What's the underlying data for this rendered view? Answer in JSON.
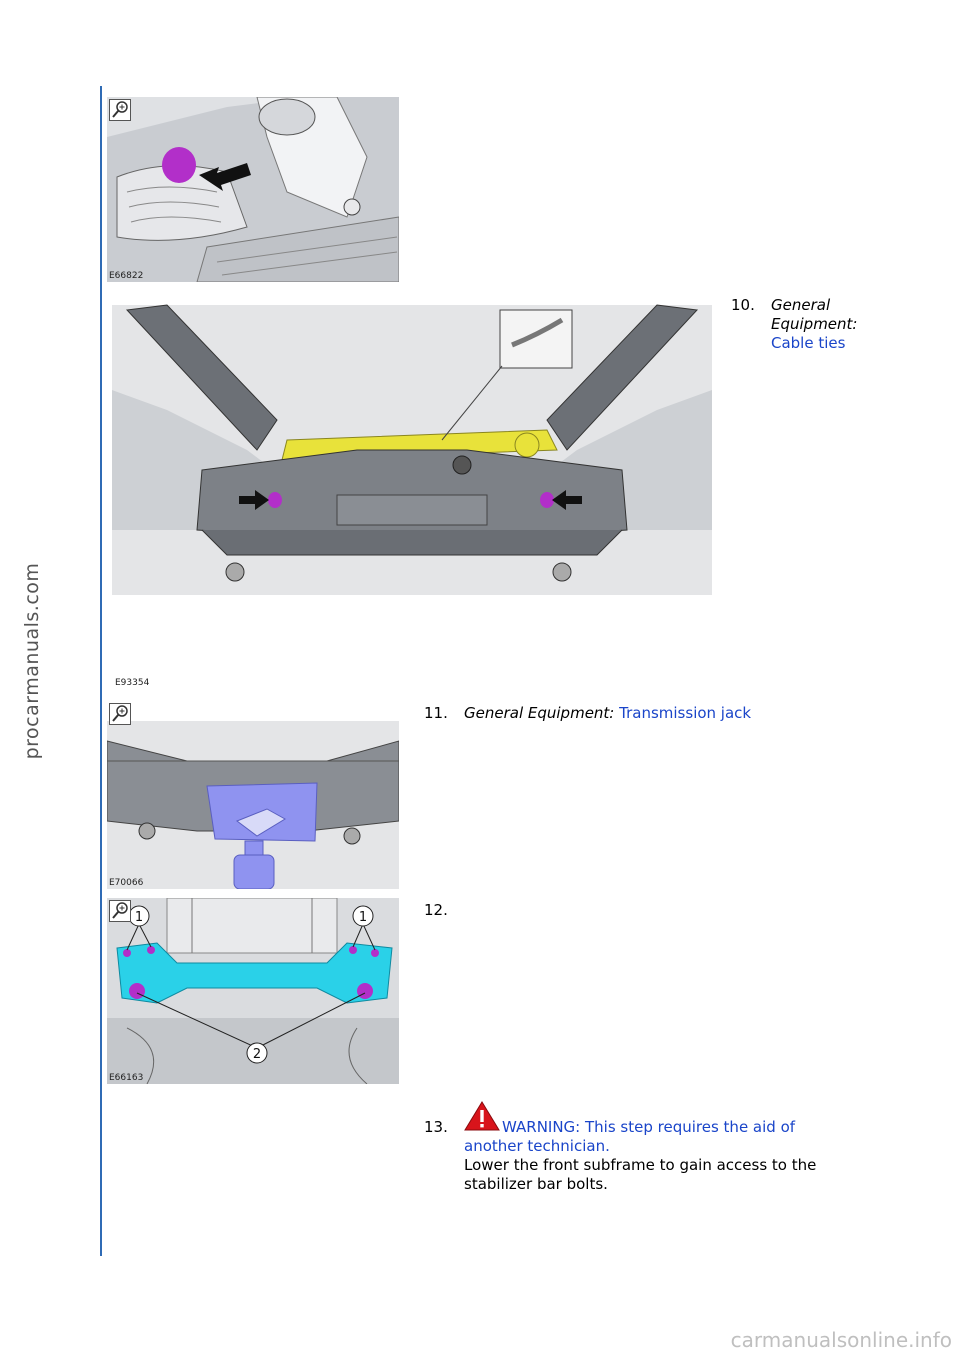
{
  "watermark": "procarmanuals.com",
  "footer_watermark": "carmanualsonline.info",
  "figures": [
    {
      "code": "E66822",
      "zoom_icon": "magnify-plus-icon"
    },
    {
      "code": "E93354"
    },
    {
      "code": "E70066",
      "zoom_icon": "magnify-plus-icon"
    },
    {
      "code": "E66163",
      "zoom_icon": "magnify-plus-icon",
      "callouts": [
        "1",
        "1",
        "2"
      ]
    }
  ],
  "steps": [
    {
      "number": "10.",
      "label": "General Equipment:",
      "link": "Cable ties"
    },
    {
      "number": "11.",
      "label": "General Equipment:",
      "link": "Transmission jack"
    },
    {
      "number": "12."
    },
    {
      "number": "13.",
      "warning_icon": "warning-triangle-icon",
      "warning": "WARNING: This step requires the aid of another technician.",
      "text": "Lower the front subframe to gain access to the stabilizer bar bolts."
    }
  ],
  "colors": {
    "rule": "#2f6bb5",
    "link": "#1a45c9",
    "highlight_magenta": "#b22fc9",
    "highlight_cyan": "#2ad1e8",
    "highlight_yellow": "#e8e23a",
    "highlight_blue": "#8f93f0",
    "warning_red": "#d8141b"
  }
}
